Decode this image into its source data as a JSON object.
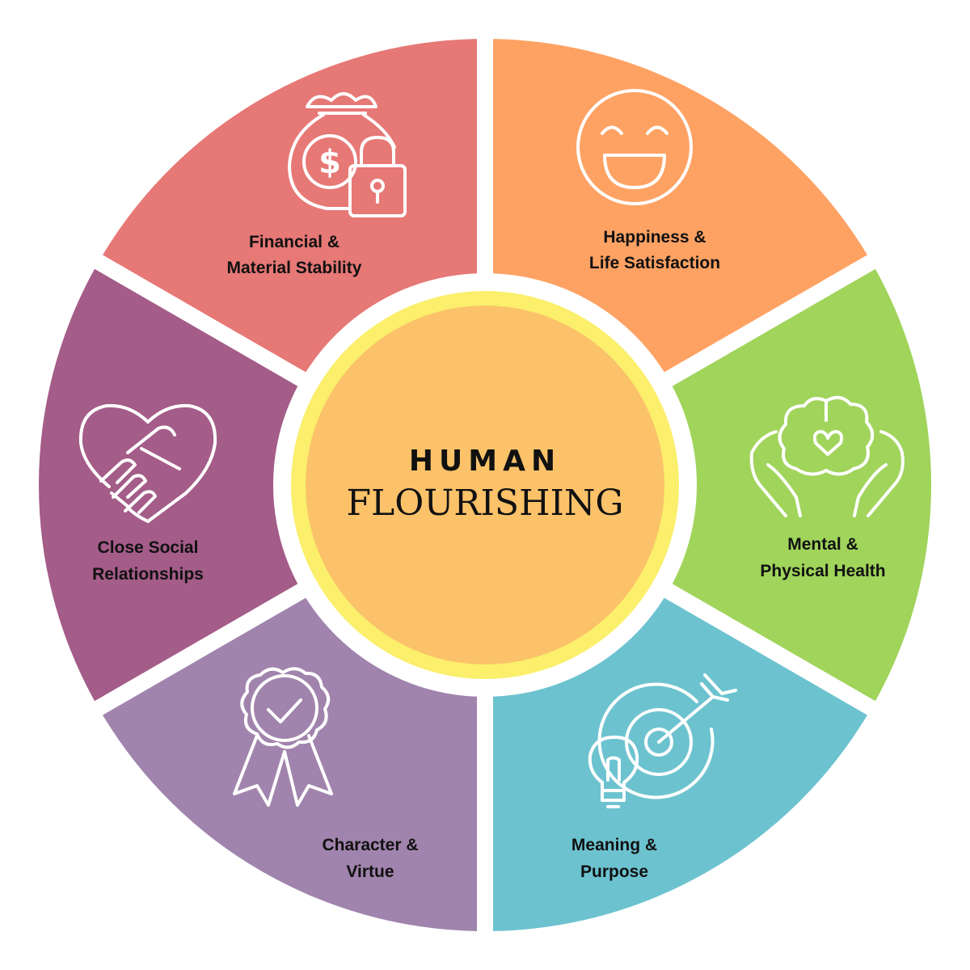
{
  "center": {
    "line1": "HUMAN",
    "line2": "FLOURISHING",
    "fill_color": "#fbc26a",
    "ring_color": "#fbef6c"
  },
  "segments": [
    {
      "id": "financial",
      "line1": "Financial &",
      "line2": "Material Stability",
      "color": "#e67876",
      "icon": "money-bag-lock-icon"
    },
    {
      "id": "happiness",
      "line1": "Happiness &",
      "line2": "Life Satisfaction",
      "color": "#fea264",
      "icon": "smiley-face-icon"
    },
    {
      "id": "health",
      "line1": "Mental &",
      "line2": "Physical Health",
      "color": "#a0d45b",
      "icon": "brain-hands-icon"
    },
    {
      "id": "meaning",
      "line1": "Meaning &",
      "line2": "Purpose",
      "color": "#6cc3cf",
      "icon": "target-lightbulb-icon"
    },
    {
      "id": "character",
      "line1": "Character &",
      "line2": "Virtue",
      "color": "#a084ad",
      "icon": "award-ribbon-icon"
    },
    {
      "id": "relationships",
      "line1": "Close Social",
      "line2": "Relationships",
      "color": "#a45c88",
      "icon": "handshake-heart-icon"
    }
  ]
}
